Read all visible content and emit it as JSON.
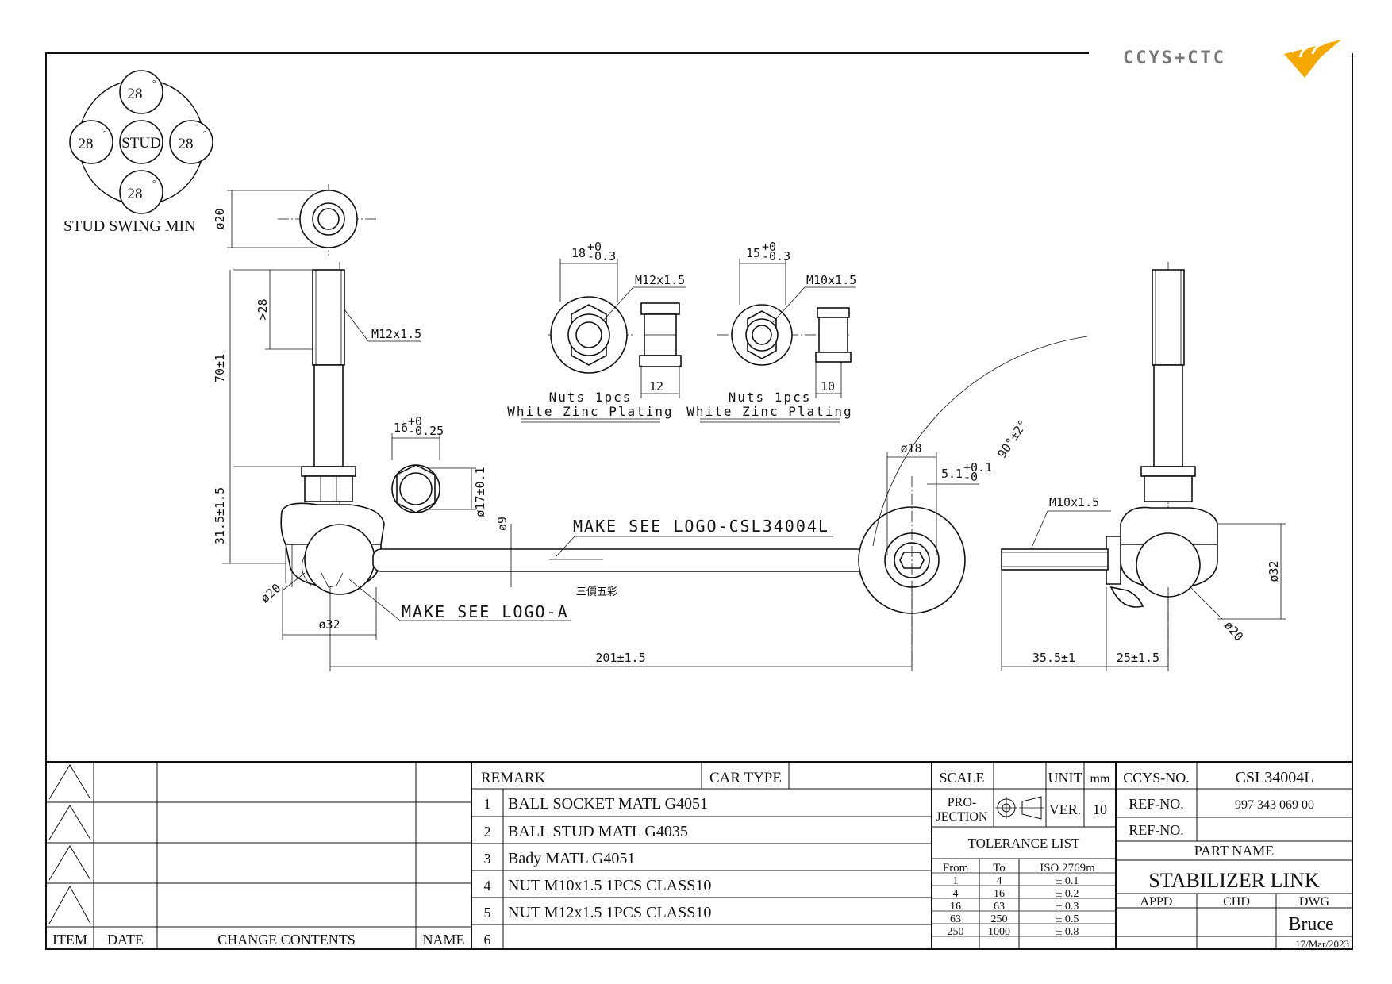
{
  "logo": {
    "text": "CCYS+CTC",
    "color": "#f5a800",
    "mark_color": "#777777"
  },
  "swing": {
    "center_label": "STUD",
    "angles": [
      "28",
      "28",
      "28",
      "28"
    ],
    "degree": "°",
    "caption": "STUD SWING MIN"
  },
  "dims": {
    "phi20_top": "ø20",
    "len_28": ">28",
    "len_70": "70±1",
    "len_315": "31.5±1.5",
    "thread_m12": "M12x1.5",
    "phi20_ball": "ø20",
    "phi32_left": "ø32",
    "nut16": "16",
    "nut16_tol_top": "+0",
    "nut16_tol_bot": "-0.25",
    "phi17": "ø17±0.1",
    "phi9": "ø9",
    "make_logo_csl": "MAKE SEE LOGO-CSL34004L",
    "make_logo_a": "MAKE SEE LOGO-A",
    "chinese_mark": "三價五彩",
    "len_201": "201±1.5",
    "nut18": "18",
    "nut18_tol_top": "+0",
    "nut18_tol_bot": "-0.3",
    "nut_m12": "M12x1.5",
    "nut_w12": "12",
    "nut15": "15",
    "nut15_tol_top": "+0",
    "nut15_tol_bot": "-0.3",
    "nut_m10": "M10x1.5",
    "nut_w10": "10",
    "nuts_label_1": "Nuts 1pcs",
    "plating_1": "White Zinc Plating",
    "nuts_label_2": "Nuts 1pcs",
    "plating_2": "White Zinc Plating",
    "phi18": "ø18",
    "len_51": "5.1",
    "len_51_tol_top": "+0.1",
    "len_51_tol_bot": "-0",
    "angle_90": "90°±2°",
    "thread_m10": "M10x1.5",
    "phi32_right": "ø32",
    "phi20_right": "ø20",
    "len_355": "35.5±1",
    "len_25": "25±1.5"
  },
  "revision": {
    "headers": [
      "ITEM",
      "DATE",
      "CHANGE CONTENTS",
      "NAME"
    ]
  },
  "remark": {
    "header": "REMARK",
    "car_type": "CAR TYPE",
    "items": [
      {
        "no": "1",
        "text": "BALL SOCKET MATL G4051"
      },
      {
        "no": "2",
        "text": "BALL STUD MATL G4035"
      },
      {
        "no": "3",
        "text": "Bady MATL G4051"
      },
      {
        "no": "4",
        "text": "NUT M10x1.5 1PCS CLASS10"
      },
      {
        "no": "5",
        "text": "NUT M12x1.5 1PCS CLASS10"
      },
      {
        "no": "6",
        "text": ""
      }
    ]
  },
  "spec": {
    "scale": "SCALE",
    "unit": "UNIT",
    "unit_val": "mm",
    "projection_1": "PRO-",
    "projection_2": "JECTION",
    "ver": "VER.",
    "ver_val": "10",
    "tol_title": "TOLERANCE LIST",
    "tol_headers": [
      "From",
      "To",
      "ISO 2769m"
    ],
    "tol_rows": [
      [
        "1",
        "4",
        "± 0.1"
      ],
      [
        "4",
        "16",
        "± 0.2"
      ],
      [
        "16",
        "63",
        "± 0.3"
      ],
      [
        "63",
        "250",
        "± 0.5"
      ],
      [
        "250",
        "1000",
        "± 0.8"
      ]
    ]
  },
  "title_block": {
    "ccys_label": "CCYS-NO.",
    "ccys_val": "CSL34004L",
    "ref1_label": "REF-NO.",
    "ref1_val": "997 343 069 00",
    "ref2_label": "REF-NO.",
    "ref2_val": "",
    "part_name_label": "PART NAME",
    "part_name": "STABILIZER LINK",
    "appd": "APPD",
    "chd": "CHD",
    "dwg": "DWG",
    "drawer": "Bruce",
    "date": "17/Mar/2023"
  }
}
